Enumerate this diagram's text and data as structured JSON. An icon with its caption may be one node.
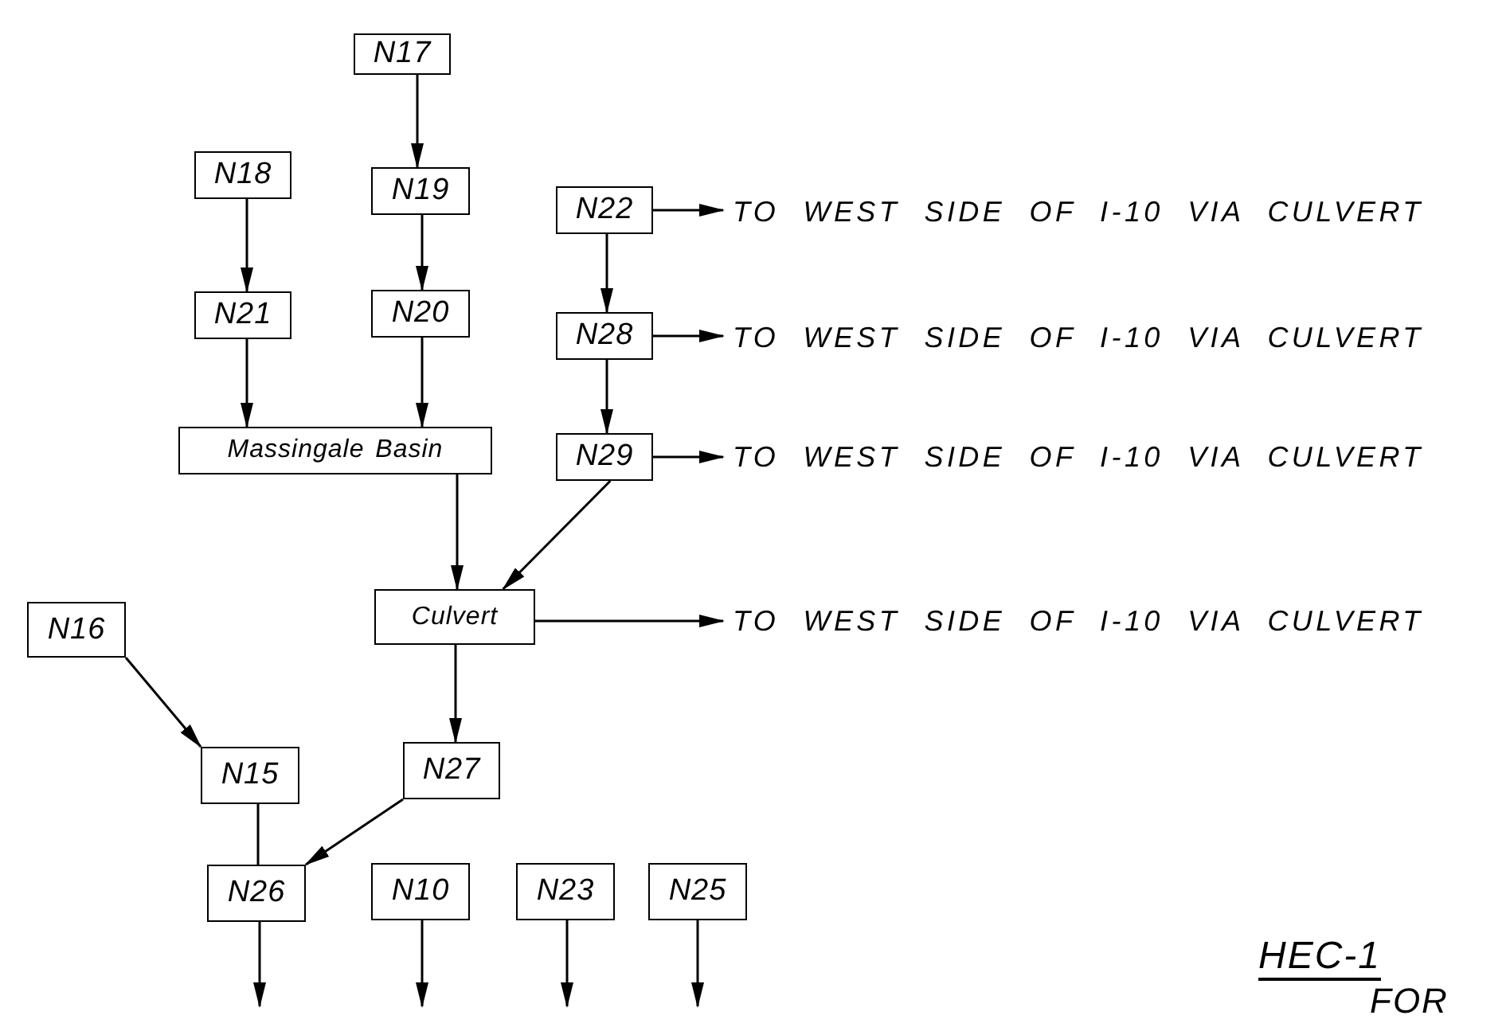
{
  "diagram": {
    "nodes": [
      {
        "text": [
          "N17"
        ]
      },
      {
        "text": [
          "N18"
        ]
      },
      {
        "text": [
          "N19"
        ]
      },
      {
        "text": [
          "N22"
        ]
      },
      {
        "text": [
          "TO WEST SIDE OF I-10 VIA CULVERT"
        ]
      },
      {
        "text": [
          "N21"
        ]
      },
      {
        "text": [
          "N20"
        ]
      },
      {
        "text": [
          "N28"
        ]
      },
      {
        "text": [
          "TO WEST SIDE OF I-10 VIA CULVERT"
        ]
      },
      {
        "text": [
          "Massingale Basin"
        ]
      },
      {
        "text": [
          "N29"
        ]
      },
      {
        "text": [
          "TO WEST SIDE OF I-10 VIA CULVERT"
        ]
      },
      {
        "text": [
          "N16"
        ]
      },
      {
        "text": [
          "Culvert"
        ]
      },
      {
        "text": [
          "TO WEST SIDE OF I-10 VIA CULVERT"
        ]
      },
      {
        "text": [
          "N15"
        ]
      },
      {
        "text": [
          "N27"
        ]
      },
      {
        "text": [
          "N26"
        ]
      },
      {
        "text": [
          "N10"
        ]
      },
      {
        "text": [
          "N23"
        ]
      },
      {
        "text": [
          "N25"
        ]
      }
    ],
    "edges": [
      {
        "from": 0,
        "to": 2,
        "arrow": "to"
      },
      {
        "from": 1,
        "to": 5,
        "arrow": "to"
      },
      {
        "from": 2,
        "to": 6,
        "arrow": "to"
      },
      {
        "from": 3,
        "to": 4,
        "arrow": "to"
      },
      {
        "from": 3,
        "to": 7,
        "arrow": "to"
      },
      {
        "from": 7,
        "to": 8,
        "arrow": "to"
      },
      {
        "from": 7,
        "to": 10,
        "arrow": "to"
      },
      {
        "from": 10,
        "to": 11,
        "arrow": "to"
      },
      {
        "from": 5,
        "to": 9,
        "arrow": "to"
      },
      {
        "from": 6,
        "to": 9,
        "arrow": "to"
      },
      {
        "from": 9,
        "to": 13,
        "arrow": "to"
      },
      {
        "from": 10,
        "to": 13,
        "arrow": "to"
      },
      {
        "from": 13,
        "to": 14,
        "arrow": "to"
      },
      {
        "from": 13,
        "to": 16,
        "arrow": "to"
      },
      {
        "from": 12,
        "to": 15,
        "arrow": "to"
      },
      {
        "from": 15,
        "to": 17,
        "arrow": "none"
      },
      {
        "from": 16,
        "to": 17,
        "arrow": "to"
      },
      {
        "from": 17,
        "to": null,
        "arrow": "to"
      },
      {
        "from": 18,
        "to": null,
        "arrow": "to"
      },
      {
        "from": 19,
        "to": null,
        "arrow": "to"
      },
      {
        "from": 20,
        "to": null,
        "arrow": "to"
      }
    ],
    "labels": [
      "HEC-1",
      "FOR"
    ]
  }
}
